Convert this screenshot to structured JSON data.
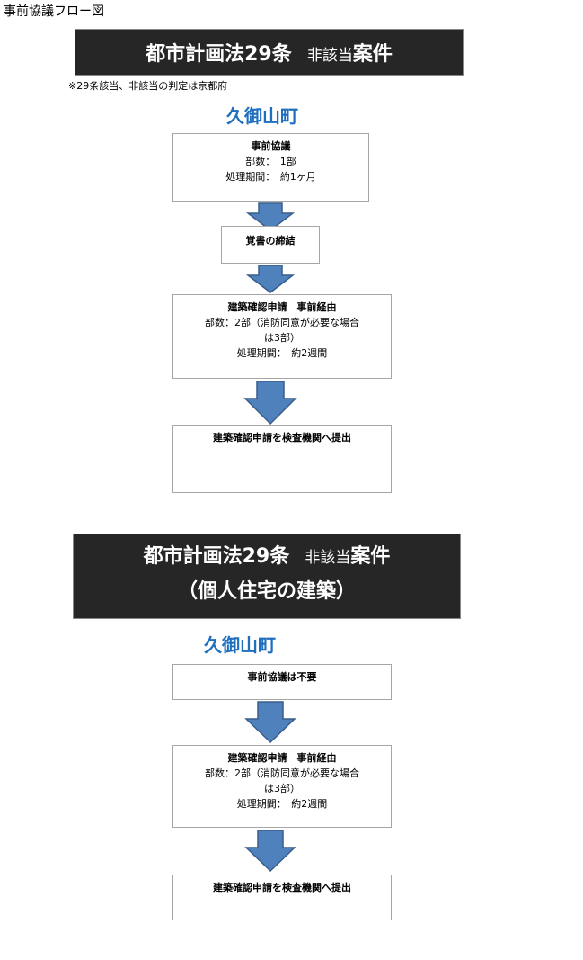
{
  "page_title": "事前協議フロー図",
  "section1": {
    "banner_main": "都市計画法29条",
    "banner_small": "非該当",
    "banner_end": "案件",
    "note": "※29条該当、非該当の判定は京都府",
    "town": "久御山町",
    "box1": {
      "title": "事前協議",
      "line1": "部数：　1部",
      "line2": "処理期間：　約1ヶ月"
    },
    "box2": {
      "title": "覚書の締結"
    },
    "box3": {
      "title": "建築確認申請　事前経由",
      "line1": "部数：2部（消防同意が必要な場合",
      "line2": "は3部）",
      "line3": "処理期間：　約2週間"
    },
    "box4": {
      "title": "建築確認申請を検査機関へ提出"
    }
  },
  "section2": {
    "banner_main": "都市計画法29条",
    "banner_small": "非該当",
    "banner_end": "案件",
    "banner_line2": "（個人住宅の建築）",
    "town": "久御山町",
    "box1": {
      "title": "事前協議は不要"
    },
    "box2": {
      "title": "建築確認申請　事前経由",
      "line1": "部数：2部（消防同意が必要な場合",
      "line2": "は3部）",
      "line3": "処理期間：　約2週間"
    },
    "box3": {
      "title": "建築確認申請を検査機関へ提出"
    }
  },
  "colors": {
    "banner_bg": "#262626",
    "town": "#1f6fbf",
    "arrow_fill": "#4f81bd",
    "arrow_stroke": "#385d8a"
  }
}
